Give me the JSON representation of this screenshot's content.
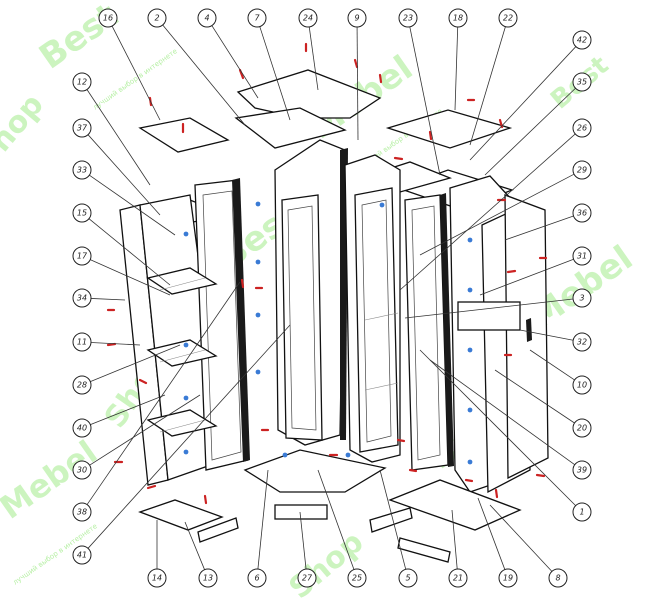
{
  "watermark": {
    "brand_a": "Best",
    "brand_b": "Mebel",
    "brand_c": "Shop",
    "tagline": "лучший выбор в интернете"
  },
  "callouts": [
    {
      "label": "16"
    },
    {
      "label": "2"
    },
    {
      "label": "4"
    },
    {
      "label": "7"
    },
    {
      "label": "24"
    },
    {
      "label": "9"
    },
    {
      "label": "23"
    },
    {
      "label": "18"
    },
    {
      "label": "22"
    },
    {
      "label": "42"
    },
    {
      "label": "12"
    },
    {
      "label": "35"
    },
    {
      "label": "37"
    },
    {
      "label": "26"
    },
    {
      "label": "33"
    },
    {
      "label": "29"
    },
    {
      "label": "15"
    },
    {
      "label": "36"
    },
    {
      "label": "17"
    },
    {
      "label": "31"
    },
    {
      "label": "34"
    },
    {
      "label": "3"
    },
    {
      "label": "11"
    },
    {
      "label": "32"
    },
    {
      "label": "28"
    },
    {
      "label": "10"
    },
    {
      "label": "40"
    },
    {
      "label": "20"
    },
    {
      "label": "30"
    },
    {
      "label": "39"
    },
    {
      "label": "38"
    },
    {
      "label": "1"
    },
    {
      "label": "41"
    },
    {
      "label": "14"
    },
    {
      "label": "13"
    },
    {
      "label": "6"
    },
    {
      "label": "27"
    },
    {
      "label": "25"
    },
    {
      "label": "5"
    },
    {
      "label": "21"
    },
    {
      "label": "19"
    },
    {
      "label": "8"
    }
  ]
}
